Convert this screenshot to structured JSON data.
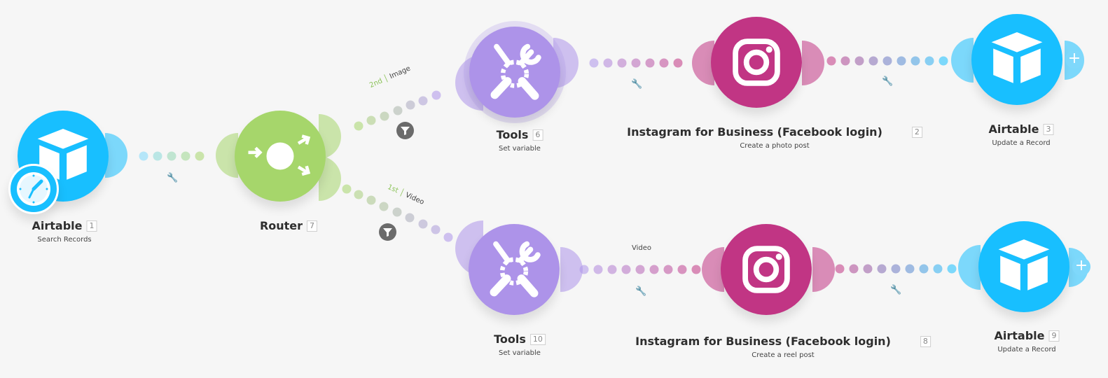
{
  "colors": {
    "airtable": "#18bfff",
    "router": "#a6d66b",
    "tools": "#ad93e9",
    "instagram": "#c13584",
    "canvas_bg": "#f6f6f6"
  },
  "modules": [
    {
      "name": "Airtable",
      "id": "1",
      "action": "Search Records",
      "icon": "airtable-icon"
    },
    {
      "name": "Router",
      "id": "7",
      "action": "",
      "icon": "router-icon"
    },
    {
      "name": "Tools",
      "id": "6",
      "action": "Set variable",
      "icon": "tools-icon"
    },
    {
      "name": "Instagram for Business (Facebook login)",
      "id": "2",
      "action": "Create a photo post",
      "icon": "instagram-icon"
    },
    {
      "name": "Airtable",
      "id": "3",
      "action": "Update a Record",
      "icon": "airtable-icon"
    },
    {
      "name": "Tools",
      "id": "10",
      "action": "Set variable",
      "icon": "tools-icon"
    },
    {
      "name": "Instagram for Business (Facebook login)",
      "id": "8",
      "action": "Create a reel post",
      "icon": "instagram-icon"
    },
    {
      "name": "Airtable",
      "id": "9",
      "action": "Update a Record",
      "icon": "airtable-icon"
    }
  ],
  "routes": [
    {
      "order": "2nd",
      "label": "Image"
    },
    {
      "order": "1st",
      "label": "Video"
    }
  ],
  "connection_labels": {
    "video_link": "Video"
  },
  "trigger_badge_icon": "clock-icon",
  "add_module_icon": "plus-icon"
}
